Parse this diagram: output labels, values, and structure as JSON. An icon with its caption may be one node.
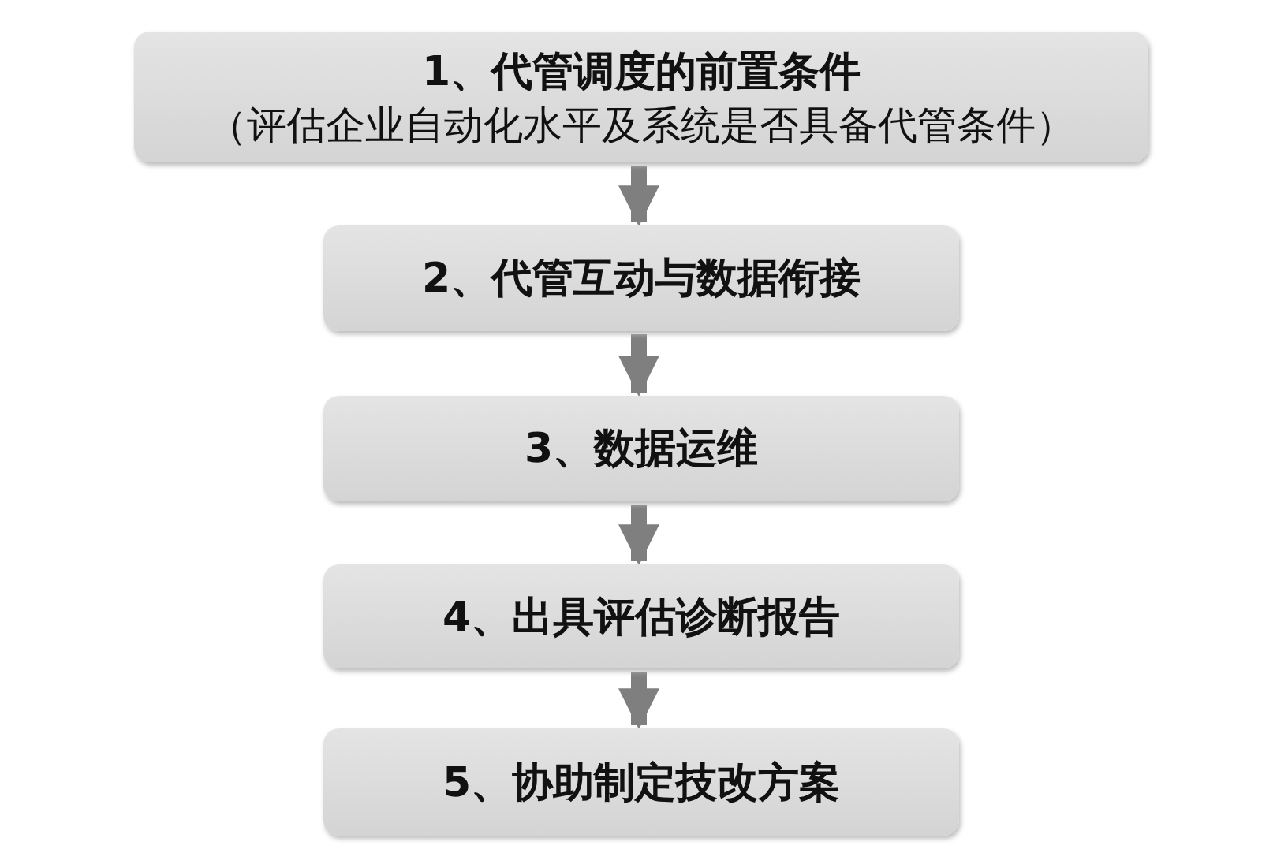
{
  "diagram": {
    "nodes": [
      {
        "text": [
          "1、代管调度的前置条件",
          "（评估企业自动化水平及系统是否具备代管条件）"
        ]
      },
      {
        "text": [
          "2、代管互动与数据衔接"
        ]
      },
      {
        "text": [
          "3、数据运维"
        ]
      },
      {
        "text": [
          "4、出具评估诊断报告"
        ]
      },
      {
        "text": [
          "5、协助制定技改方案"
        ]
      }
    ],
    "edges": [
      {
        "from": 0,
        "to": 1,
        "arrow": "to"
      },
      {
        "from": 1,
        "to": 2,
        "arrow": "to"
      },
      {
        "from": 2,
        "to": 3,
        "arrow": "to"
      },
      {
        "from": 3,
        "to": 4,
        "arrow": "to"
      }
    ]
  }
}
